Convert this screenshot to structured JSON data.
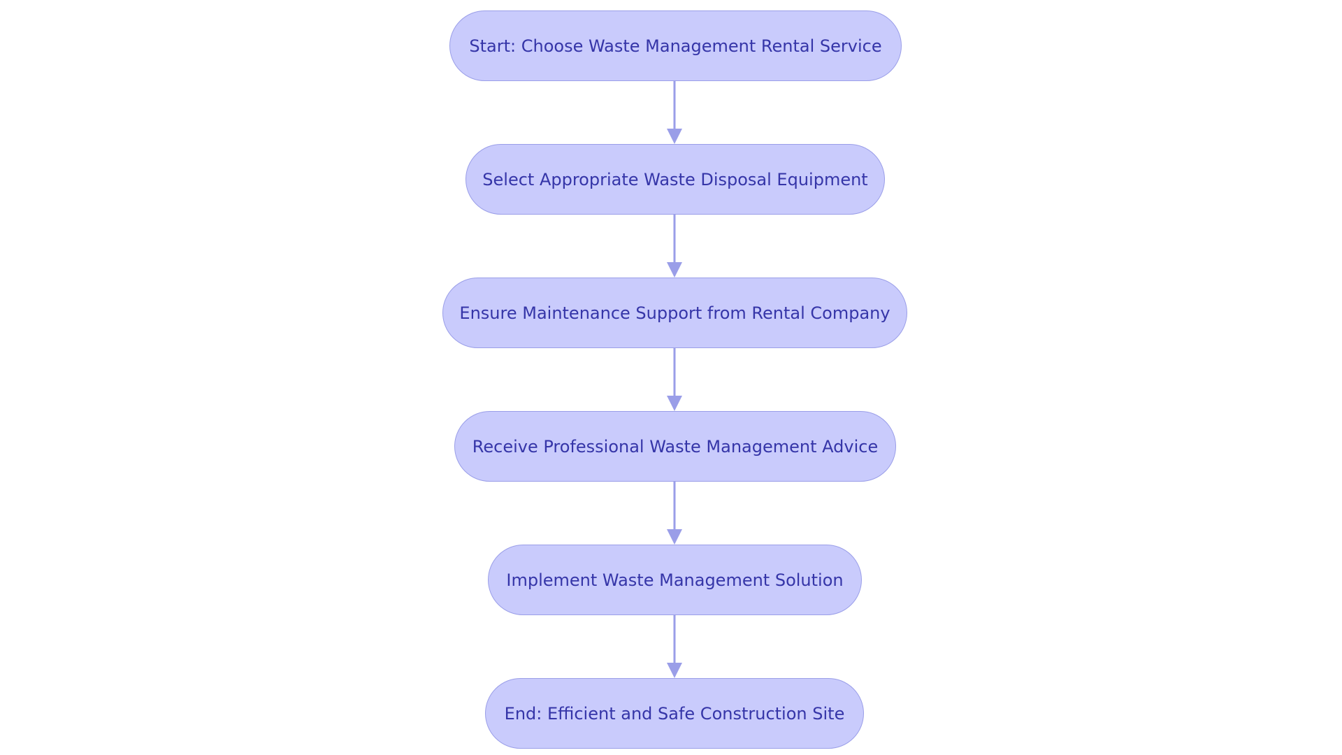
{
  "flowchart": {
    "colors": {
      "node_fill": "#c9cbfc",
      "node_border": "#9a9ee8",
      "node_text": "#3535a8",
      "edge": "#9a9ee8",
      "background": "#ffffff"
    },
    "nodes": [
      {
        "id": "n1",
        "label": "Start: Choose Waste Management Rental Service"
      },
      {
        "id": "n2",
        "label": "Select Appropriate Waste Disposal Equipment"
      },
      {
        "id": "n3",
        "label": "Ensure Maintenance Support from Rental Company"
      },
      {
        "id": "n4",
        "label": "Receive Professional Waste Management Advice"
      },
      {
        "id": "n5",
        "label": "Implement Waste Management Solution"
      },
      {
        "id": "n6",
        "label": "End: Efficient and Safe Construction Site"
      }
    ],
    "edges": [
      {
        "from": "n1",
        "to": "n2"
      },
      {
        "from": "n2",
        "to": "n3"
      },
      {
        "from": "n3",
        "to": "n4"
      },
      {
        "from": "n4",
        "to": "n5"
      },
      {
        "from": "n5",
        "to": "n6"
      }
    ]
  }
}
